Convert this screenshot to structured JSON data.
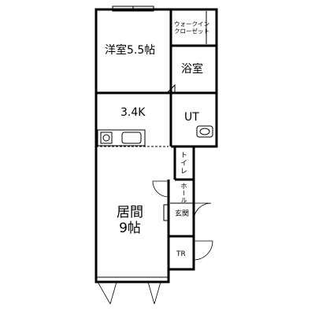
{
  "floorplan": {
    "rooms": {
      "western_room": "洋室5.5帖",
      "walk_in_closet_line1": "ウォークイン",
      "walk_in_closet_line2": "クローゼット",
      "bath": "浴室",
      "kitchen": "3.4K",
      "utility": "UT",
      "toilet": "トイレ",
      "hall": "ホール",
      "entrance": "玄関",
      "living_line1": "居間",
      "living_line2": "9帖",
      "trunk_room": "TR"
    }
  }
}
